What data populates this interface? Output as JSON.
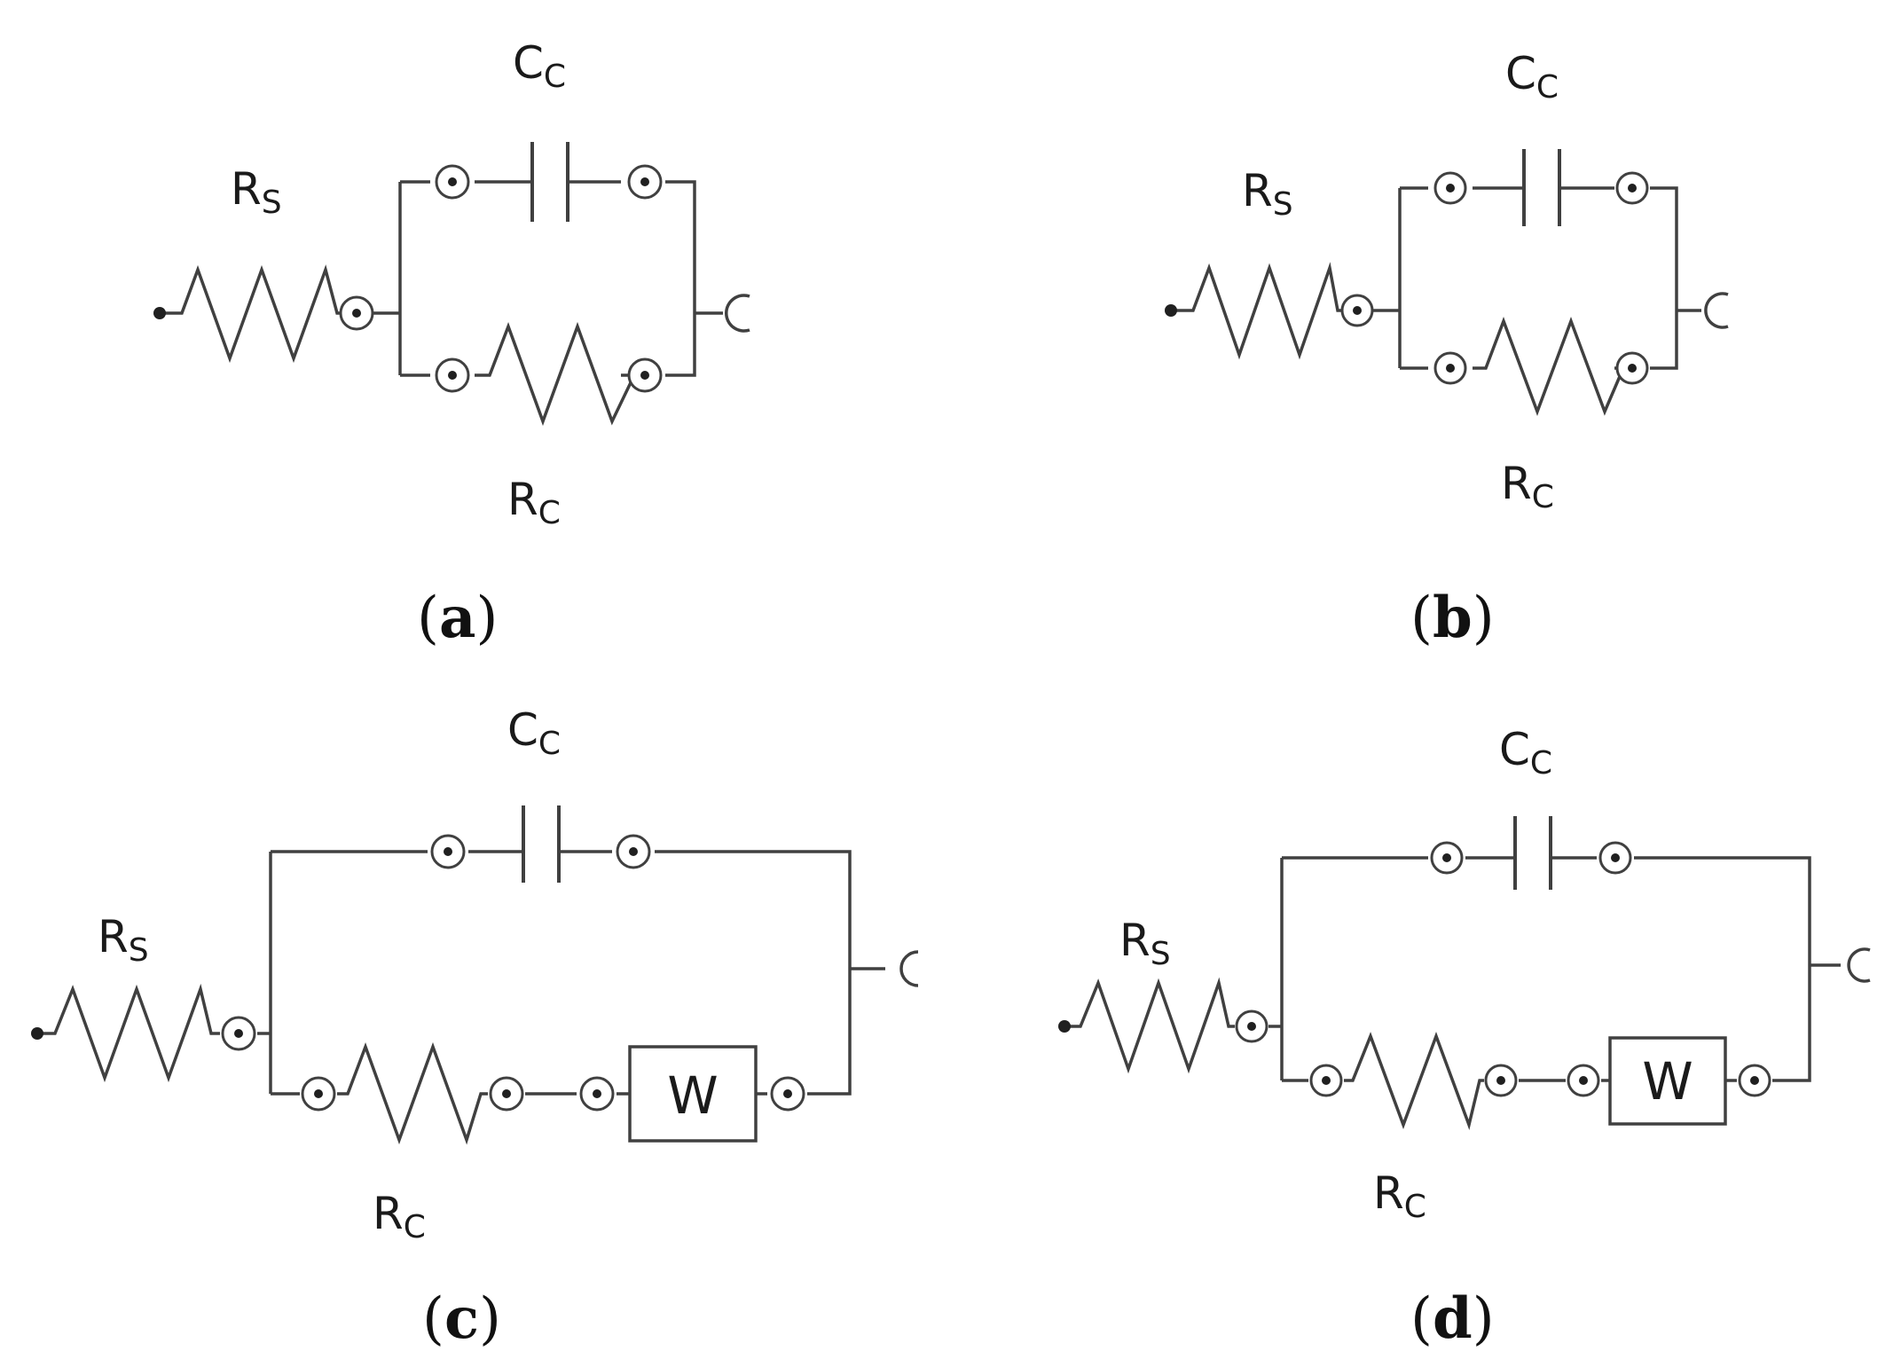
{
  "panels": [
    {
      "id": "a",
      "caption_open": "(",
      "caption_letter": "a",
      "caption_close": ")",
      "labels": {
        "rs_main": "R",
        "rs_sub": "S",
        "cc_main": "C",
        "cc_sub": "C",
        "rc_main": "R",
        "rc_sub": "C"
      },
      "has_warburg": false
    },
    {
      "id": "b",
      "caption_open": "(",
      "caption_letter": "b",
      "caption_close": ")",
      "labels": {
        "rs_main": "R",
        "rs_sub": "S",
        "cc_main": "C",
        "cc_sub": "C",
        "rc_main": "R",
        "rc_sub": "C"
      },
      "has_warburg": false
    },
    {
      "id": "c",
      "caption_open": "(",
      "caption_letter": "c",
      "caption_close": ")",
      "labels": {
        "rs_main": "R",
        "rs_sub": "S",
        "cc_main": "C",
        "cc_sub": "C",
        "rc_main": "R",
        "rc_sub": "C",
        "w": "W"
      },
      "has_warburg": true
    },
    {
      "id": "d",
      "caption_open": "(",
      "caption_letter": "d",
      "caption_close": ")",
      "labels": {
        "rs_main": "R",
        "rs_sub": "S",
        "cc_main": "C",
        "cc_sub": "C",
        "rc_main": "R",
        "rc_sub": "C",
        "w": "W"
      },
      "has_warburg": true
    }
  ]
}
